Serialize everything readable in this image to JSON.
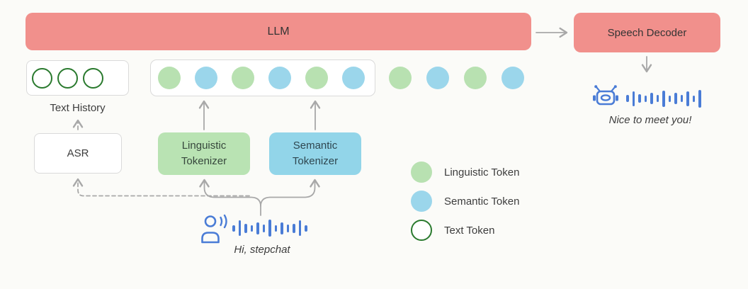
{
  "llm": {
    "label": "LLM"
  },
  "speech_decoder": {
    "label": "Speech Decoder"
  },
  "text_history": {
    "label": "Text History",
    "tokens": [
      "text",
      "text",
      "text"
    ]
  },
  "asr": {
    "label": "ASR"
  },
  "tokenizers": {
    "linguistic": {
      "label": "Linguistic Tokenizer"
    },
    "semantic": {
      "label": "Semantic Tokenizer"
    }
  },
  "token_row": {
    "boxed": [
      "linguistic",
      "semantic",
      "linguistic",
      "semantic",
      "linguistic",
      "semantic"
    ],
    "floating": [
      "linguistic",
      "semantic",
      "linguistic",
      "semantic"
    ]
  },
  "legend": [
    {
      "label": "Linguistic Token",
      "style": "linguistic"
    },
    {
      "label": "Semantic Token",
      "style": "semantic"
    },
    {
      "label": "Text Token",
      "style": "text"
    }
  ],
  "user_speech": {
    "caption": "Hi, stepchat",
    "waveform": [
      9,
      22,
      13,
      9,
      17,
      11,
      24,
      9,
      17,
      11,
      13,
      22,
      9
    ]
  },
  "assistant_speech": {
    "caption": "Nice to meet you!",
    "waveform": [
      10,
      21,
      12,
      9,
      16,
      10,
      23,
      9,
      16,
      10,
      21,
      9,
      25
    ]
  },
  "colors": {
    "red": "#f1908c",
    "green": "#b8e1b1",
    "blue": "#9bd6eb",
    "green_box": "#b9e3b3",
    "blue_box": "#92d5e9",
    "outline_green": "#2a7a2e",
    "arrow": "#a8a8a8",
    "icon_blue": "#4a7cd6",
    "text": "#3d3d3d"
  }
}
